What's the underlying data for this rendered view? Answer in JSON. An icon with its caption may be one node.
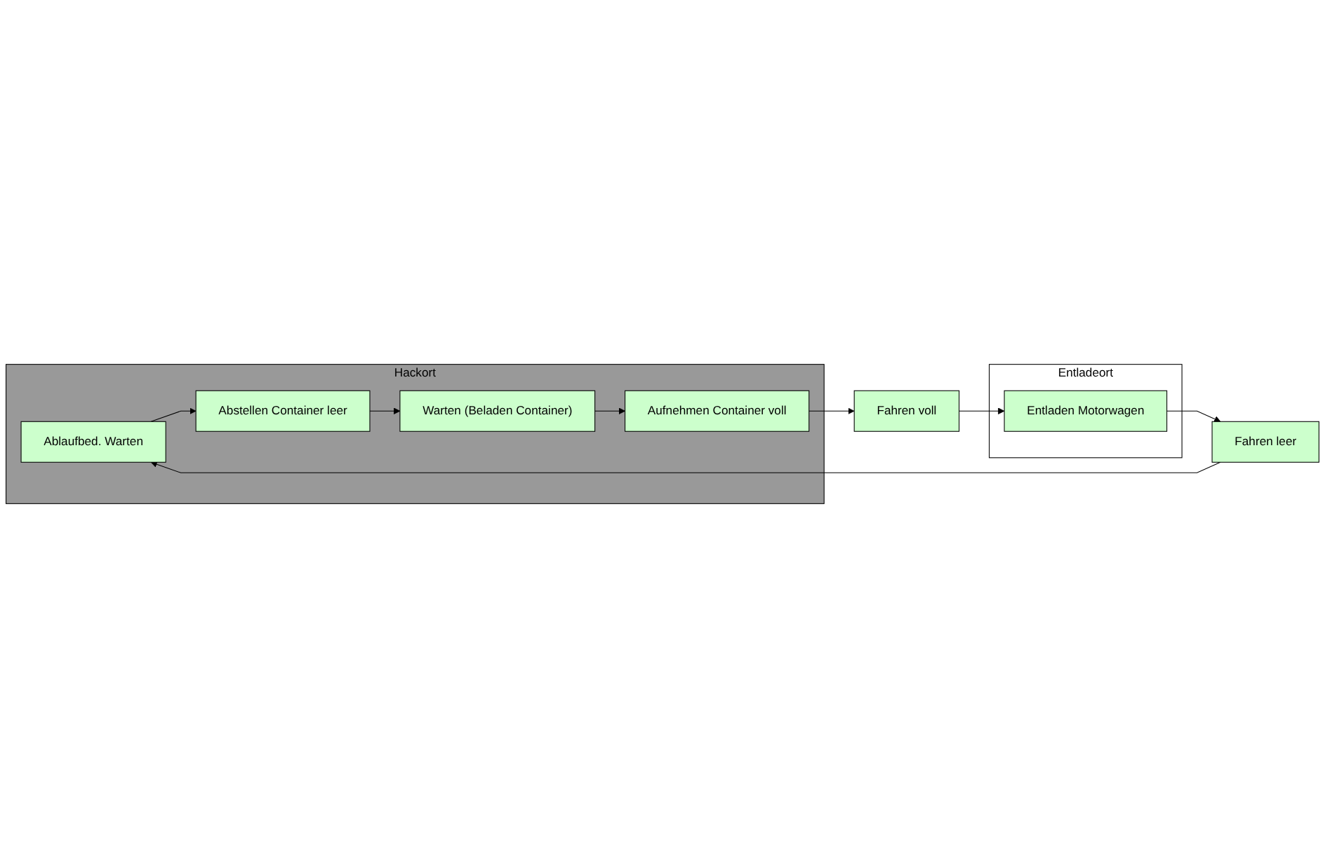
{
  "diagram": {
    "nodes": [
      {
        "text": [
          "Hackort"
        ]
      },
      {
        "text": [
          "Ablaufbed. Warten"
        ],
        "in": 0
      },
      {
        "text": [
          "Abstellen Container leer"
        ],
        "in": 0
      },
      {
        "text": [
          "Warten (Beladen Container)"
        ],
        "in": 0
      },
      {
        "text": [
          "Aufnehmen Container voll"
        ],
        "in": 0
      },
      {
        "text": [
          "Fahren leer"
        ]
      },
      {
        "text": [
          "Fahren voll"
        ]
      },
      {
        "text": [
          "Entladeort"
        ]
      },
      {
        "text": [
          "Entladen Motorwagen"
        ],
        "in": 7
      }
    ],
    "edges": [
      {
        "from": 5,
        "to": 1,
        "arrow": "to"
      },
      {
        "from": 1,
        "to": 2,
        "arrow": "to"
      },
      {
        "from": 2,
        "to": 3,
        "arrow": "to"
      },
      {
        "from": 3,
        "to": 4,
        "arrow": "to"
      },
      {
        "from": 4,
        "to": 6,
        "arrow": "to"
      },
      {
        "from": 6,
        "to": 8,
        "arrow": "to"
      },
      {
        "from": 8,
        "to": 5,
        "arrow": "to"
      }
    ]
  }
}
